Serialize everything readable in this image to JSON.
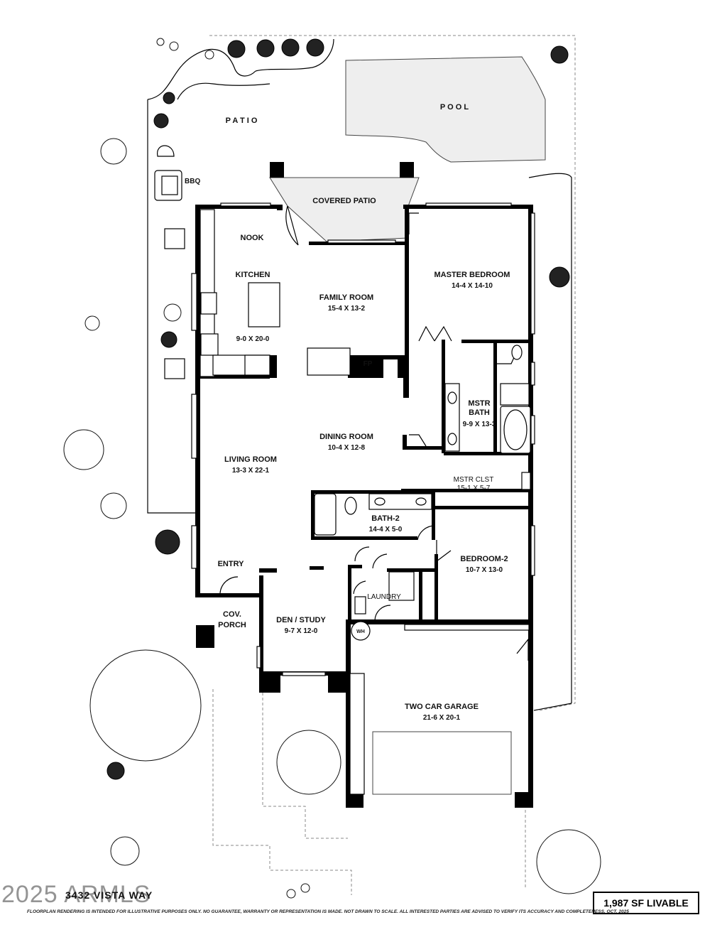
{
  "outdoor": {
    "pool": "P O O L",
    "patio": "P A T I O",
    "bbq": "BBQ",
    "covered_patio": "COVERED PATIO",
    "cov_porch_1": "COV.",
    "cov_porch_2": "PORCH"
  },
  "rooms": {
    "nook": "NOOK",
    "kitchen": {
      "name": "KITCHEN",
      "size": "9-0 X 20-0"
    },
    "family_room": {
      "name": "FAMILY ROOM",
      "size": "15-4  X  13-2"
    },
    "fireplace": "FP",
    "master_bedroom": {
      "name": "MASTER BEDROOM",
      "size": "14-4   X  14-10"
    },
    "master_bath": {
      "name_1": "MSTR",
      "name_2": "BATH",
      "size": "9-9 X 13-3"
    },
    "master_closet": {
      "name": "MSTR  CLST",
      "size": "15-1  X  5-7"
    },
    "dining_room": {
      "name": "DINING ROOM",
      "size": "10-4  X  12-8"
    },
    "living_room": {
      "name": "LIVING ROOM",
      "size": "13-3  X  22-1"
    },
    "bath_2": {
      "name": "BATH-2",
      "size": "14-4 X 5-0"
    },
    "bedroom_2": {
      "name": "BEDROOM-2",
      "size": "10-7  X 13-0"
    },
    "entry": "ENTRY",
    "den_study": {
      "name": "DEN / STUDY",
      "size": "9-7  X  12-0"
    },
    "laundry": "LAUNDRY",
    "water_heater": "WH",
    "garage": {
      "name": "TWO CAR GARAGE",
      "size": "21-6  X  20-1"
    }
  },
  "footer": {
    "livable": "1,987 SF LIVABLE",
    "street": "3432  VISTA WAY",
    "watermark": "2025 ARMLS",
    "disclaimer": "FLOORPLAN RENDERING IS INTENDED FOR ILLUSTRATIVE PURPOSES ONLY.  NO GUARANTEE, WARRANTY OR REPRESENTATION IS MADE.  NOT DRAWN TO SCALE.  ALL INTERESTED PARTIES ARE ADVISED TO VERIFY ITS ACCURACY AND COMPLETENESS.  OCT. 2025"
  }
}
